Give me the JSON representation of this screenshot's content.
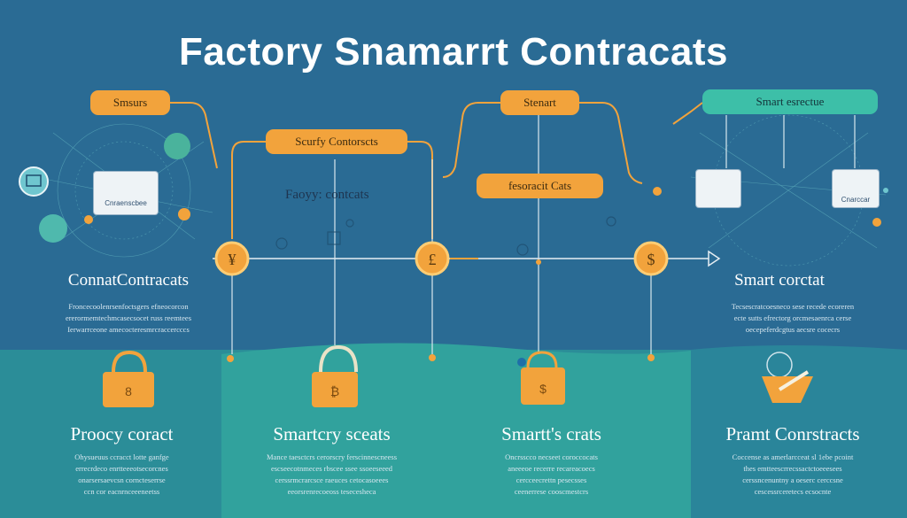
{
  "title": "Factory Snamarrt Contracats",
  "pills": {
    "top_left": "Smsurs",
    "security": "Scurfy Contorscts",
    "top_center": "Stenart",
    "center_orange": "fesoracit Cats",
    "top_right": "Smart esrectue"
  },
  "diagram_label": "Faoyy: contcats",
  "cards": {
    "left": "Cnraenscbee",
    "right_2": "Cnarccar"
  },
  "upper": {
    "left": {
      "heading": "ConnatContracats",
      "lines": [
        "Froncecoolenrsenfoctsgers efneocorcon",
        "ererormemtechmcasecsocet russ reemtees",
        "Ierwarrceone amecocteresmrcraccercccs"
      ]
    },
    "right": {
      "heading": "Smart  corctat",
      "lines": [
        "Tecsescratcoesneco sese recede ecoreren",
        "ecte sutts efrectorg orcmesaenrca cerse",
        "oecepeferdcgtus aecsre cocecrs"
      ]
    }
  },
  "lower": {
    "col1": {
      "heading": "Proocy  coract",
      "lines": [
        "Ohysueuus ccracct lotte ganfge",
        "errecrdeco enrtteeeotsecorcnes",
        "onarsersaevcsn corncteserrse",
        "ccn cor eacnrnceeeneetss"
      ]
    },
    "col2": {
      "heading": "Smartcry sceats",
      "lines": [
        "Mance taesctcrs cerorscry ferscinnescneess",
        "escseecotnmeces rbscee ssee ssoeeseeed",
        "cerssrmcrarcsce raeuces cetocasoeees",
        "eeorsrenrecoeoss tesecesheca"
      ]
    },
    "col3": {
      "heading": "Smartt's crats",
      "lines": [
        "Oncrsscco necseet coroccocats",
        "aneeeoe recerre recareacoecs",
        "cercceecrettn pesecsses",
        "ceenerrese cooscmestcrs"
      ]
    },
    "col4": {
      "heading": "Pramt Conrstracts",
      "lines": [
        "Coccense as amerlarcceat sl 1ebe pcoint",
        "thes emtteescrrecssactctoeeesees",
        "cerssncenuntny a oeserc cerccsne",
        "cescessrceretecs ecsocnte"
      ]
    }
  },
  "colors": {
    "background": "#2a6b94",
    "band": "#2f9a9a",
    "orange": "#f2a33c",
    "teal": "#3dbfa8",
    "white": "#ffffff"
  },
  "icons": [
    "lock-icon",
    "coin-icon",
    "chat-icon",
    "gear-icon",
    "network-icon",
    "document-icon",
    "gauge-icon",
    "bitcoin-icon"
  ]
}
